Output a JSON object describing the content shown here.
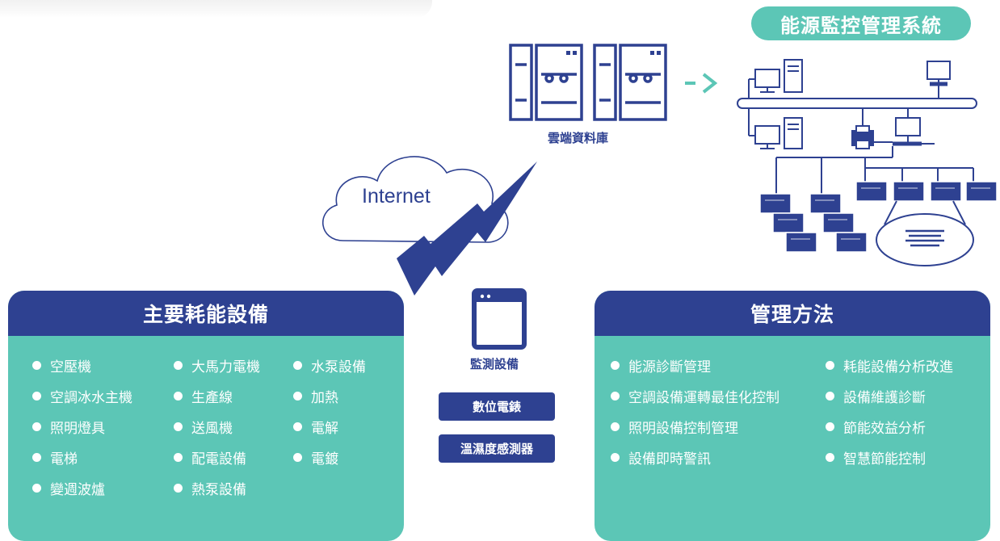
{
  "system_title": "能源監控管理系統",
  "cloud_db_label": "雲端資料庫",
  "internet_label": "Internet",
  "monitor": {
    "label": "監測設備",
    "buttons": [
      "數位電錶",
      "溫濕度感測器"
    ]
  },
  "left_panel": {
    "title": "主要耗能設備",
    "col1": [
      "空壓機",
      "空調冰水主機",
      "照明燈具",
      "電梯",
      "變週波爐"
    ],
    "col2": [
      "大馬力電機",
      "生產線",
      "送風機",
      "配電設備",
      "熱泵設備"
    ],
    "col3": [
      "水泵設備",
      "加熱",
      "電解",
      "電鍍"
    ]
  },
  "right_panel": {
    "title": "管理方法",
    "col1": [
      "能源診斷管理",
      "空調設備運轉最佳化控制",
      "照明設備控制管理",
      "設備即時警訊"
    ],
    "col2": [
      "耗能設備分析改進",
      "設備維護診斷",
      "節能效益分析",
      "智慧節能控制"
    ]
  },
  "colors": {
    "navy": "#2e4191",
    "teal": "#5cc6b6"
  }
}
